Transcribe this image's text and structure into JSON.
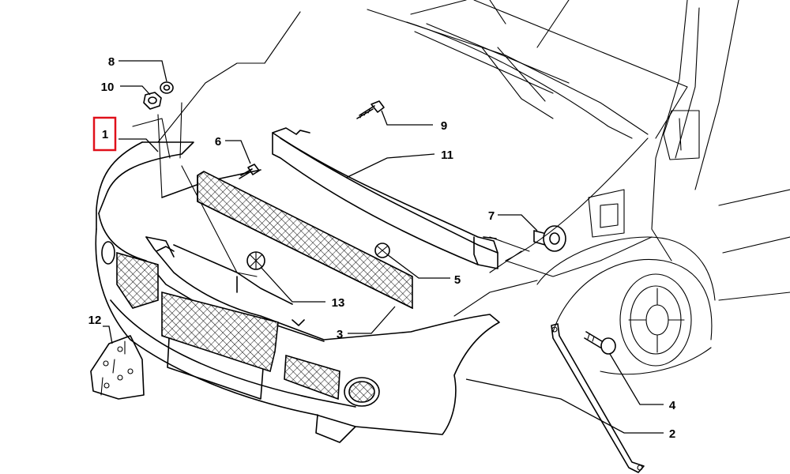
{
  "callouts": [
    {
      "id": "1",
      "text": "1",
      "highlighted": true
    },
    {
      "id": "2",
      "text": "2"
    },
    {
      "id": "3",
      "text": "3"
    },
    {
      "id": "4",
      "text": "4"
    },
    {
      "id": "5",
      "text": "5"
    },
    {
      "id": "6",
      "text": "6"
    },
    {
      "id": "7",
      "text": "7"
    },
    {
      "id": "8",
      "text": "8"
    },
    {
      "id": "9",
      "text": "9"
    },
    {
      "id": "10",
      "text": "10"
    },
    {
      "id": "11",
      "text": "11"
    },
    {
      "id": "12",
      "text": "12"
    },
    {
      "id": "13",
      "text": "13"
    }
  ],
  "colors": {
    "line": "#000000",
    "highlight": "#e0101a",
    "background": "#ffffff"
  }
}
